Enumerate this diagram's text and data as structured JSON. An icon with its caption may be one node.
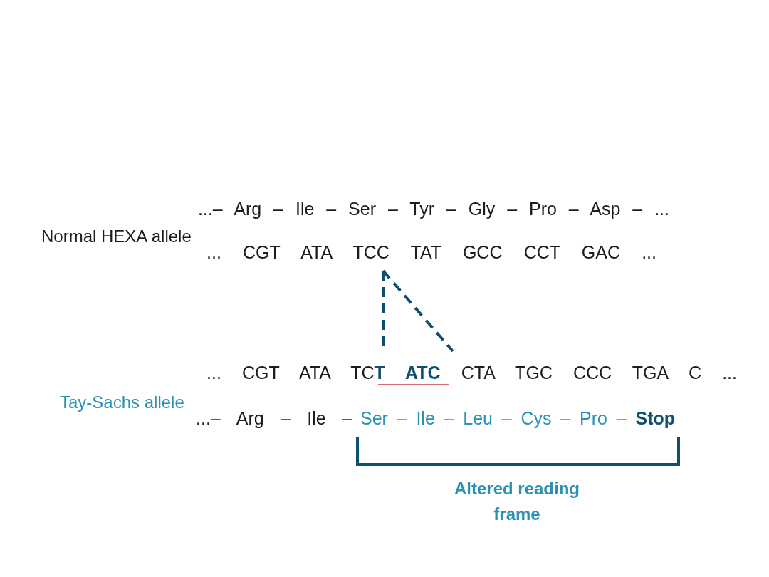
{
  "diagram": {
    "labels": [
      "...– Arg – Ile – Ser – Tyr – Gly – Pro – Asp – ...",
      "Normal HEXA allele",
      "... CGT ATA TCC TAT GCC CCT GAC ...",
      "... CGT ATA TC**T ATC** CTA TGC CCC TGA C ...",
      "Tay-Sachs allele",
      "...– Arg – Ile –",
      "Ser – Ile – Leu – Cys – Pro – **Stop**",
      "Altered reading frame"
    ]
  }
}
